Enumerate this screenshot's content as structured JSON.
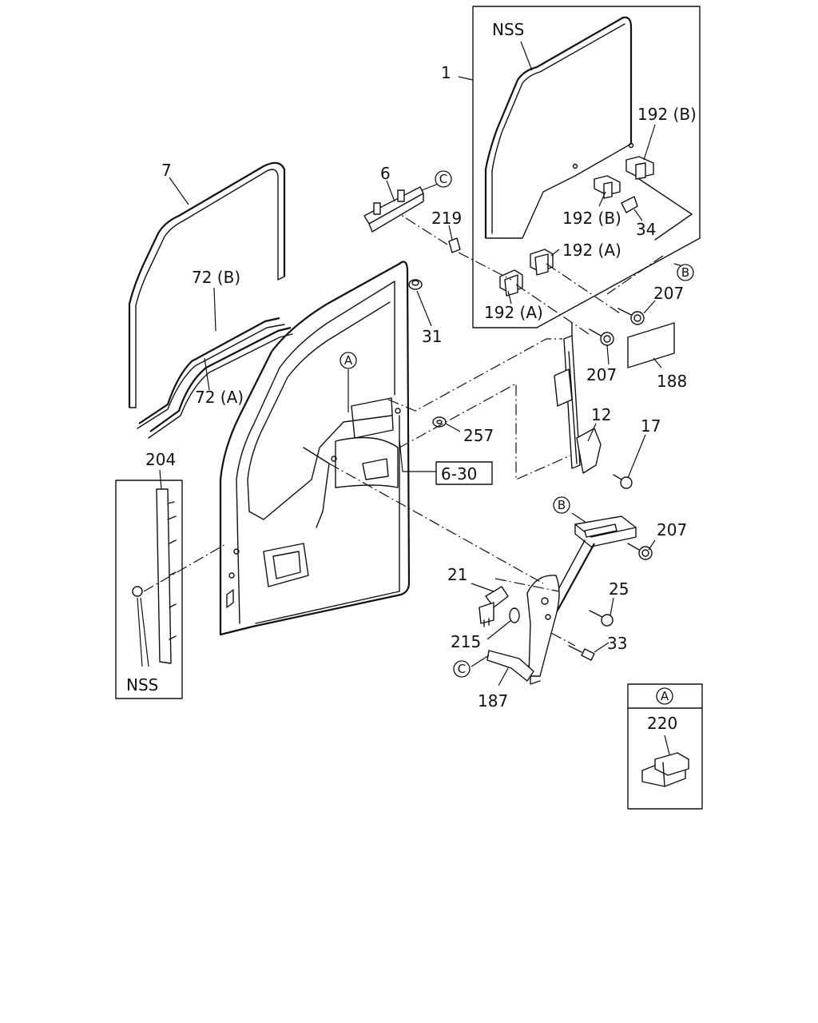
{
  "labels": {
    "nss_glass": "NSS",
    "p1": "1",
    "p192b_top": "192 (B)",
    "p192b_mid": "192 (B)",
    "p34": "34",
    "p192a_right": "192 (A)",
    "p192a_left": "192 (A)",
    "p207_a": "207",
    "p207_b": "207",
    "p207_c": "207",
    "p188": "188",
    "p7": "7",
    "p6": "6",
    "p219": "219",
    "p72b": "72 (B)",
    "p72a": "72 (A)",
    "p31": "31",
    "p257": "257",
    "p12": "12",
    "p17": "17",
    "ref_box": "6-30",
    "p204": "204",
    "nss_bottom": "NSS",
    "p21": "21",
    "p25": "25",
    "p215": "215",
    "p33": "33",
    "p187": "187",
    "p220": "220"
  },
  "callouts": {
    "a": "A",
    "b": "B",
    "c": "C"
  }
}
